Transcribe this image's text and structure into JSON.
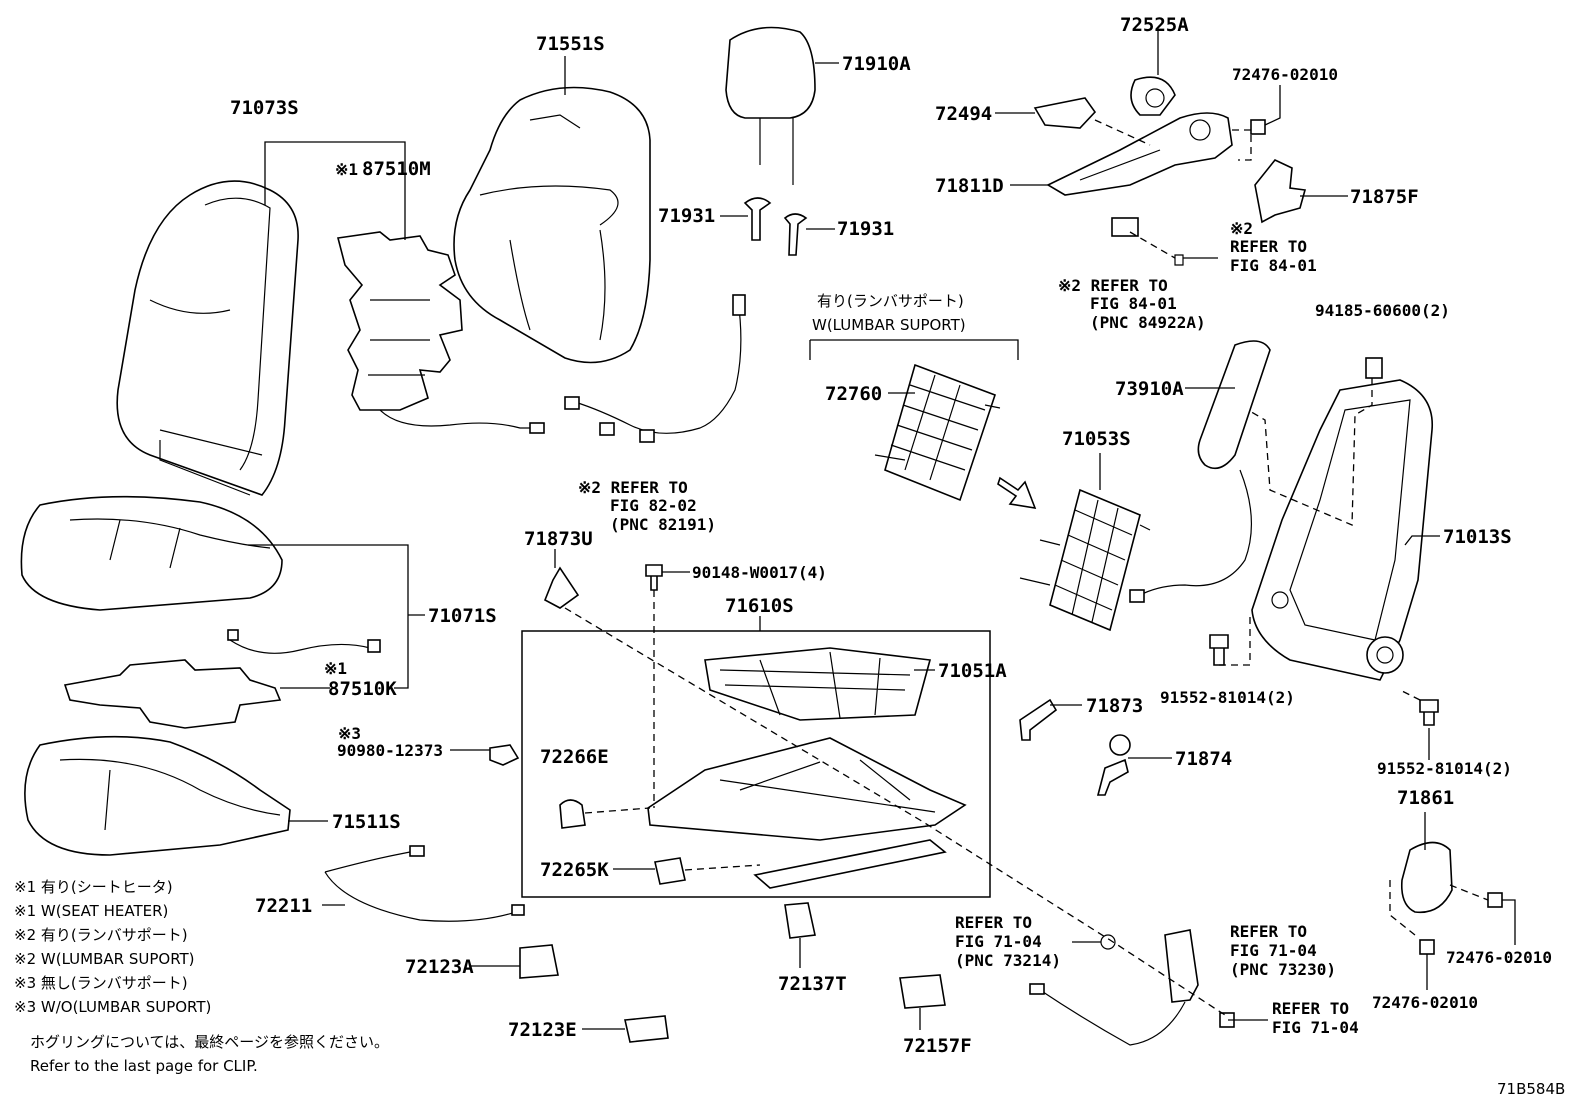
{
  "labels": {
    "p71073S": "71073S",
    "p71551S": "71551S",
    "p71910A": "71910A",
    "p72525A": "72525A",
    "p72476_02010_top": "72476-02010",
    "p72494": "72494",
    "p71811D": "71811D",
    "p71875F": "71875F",
    "p87510M_mark": "※1",
    "p87510M": "87510M",
    "p71931_left": "71931",
    "p71931_right": "71931",
    "ref84_right_mark": "※2",
    "ref84_right_l1": "REFER TO",
    "ref84_right_l2": "FIG 84-01",
    "ref84_mid_l1": "※2 REFER TO",
    "ref84_mid_l2": "FIG 84-01",
    "ref84_mid_l3": "(PNC 84922A)",
    "p94185": "94185-60600(2)",
    "lumbar_jp": "有り(ランバサポート)",
    "lumbar_en": "W(LUMBAR SUPORT)",
    "p72760": "72760",
    "p73910A": "73910A",
    "p71053S": "71053S",
    "ref82_l1": "※2 REFER TO",
    "ref82_l2": "FIG 82-02",
    "ref82_l3": "(PNC 82191)",
    "p71873U": "71873U",
    "p90148": "90148-W0017(4)",
    "p71610S": "71610S",
    "p71013S": "71013S",
    "p71071S": "71071S",
    "p87510K_mark": "※1",
    "p87510K": "87510K",
    "p71051A": "71051A",
    "p91552_a": "91552-81014(2)",
    "p71873": "71873",
    "p90980_mark": "※3",
    "p90980": "90980-12373",
    "p72266E": "72266E",
    "p71874": "71874",
    "p91552_b": "91552-81014(2)",
    "p71861": "71861",
    "p71511S": "71511S",
    "p72265K": "72265K",
    "p72211": "72211",
    "ref71_a_l1": "REFER TO",
    "ref71_a_l2": "FIG 71-04",
    "ref71_a_l3": "(PNC 73214)",
    "ref71_b_l1": "REFER TO",
    "ref71_b_l2": "FIG 71-04",
    "ref71_b_l3": "(PNC 73230)",
    "ref71_c_l1": "REFER TO",
    "ref71_c_l2": "FIG 71-04",
    "p72476_02010_r1": "72476-02010",
    "p72476_02010_r2": "72476-02010",
    "p72123A": "72123A",
    "p72137T": "72137T",
    "p72157F": "72157F",
    "p72123E": "72123E",
    "fig_code": "71B584B"
  },
  "legend": [
    "※1 有り(シートヒータ)",
    "※1 W(SEAT HEATER)",
    "※2 有り(ランバサポート)",
    "※2 W(LUMBAR SUPORT)",
    "※3 無し(ランバサポート)",
    "※3 W/O(LUMBAR SUPORT)"
  ],
  "footer": {
    "clip_note_jp": "ホグリングについては、最終ページを参照ください。",
    "clip_note_en": "Refer to the last page for CLIP."
  }
}
